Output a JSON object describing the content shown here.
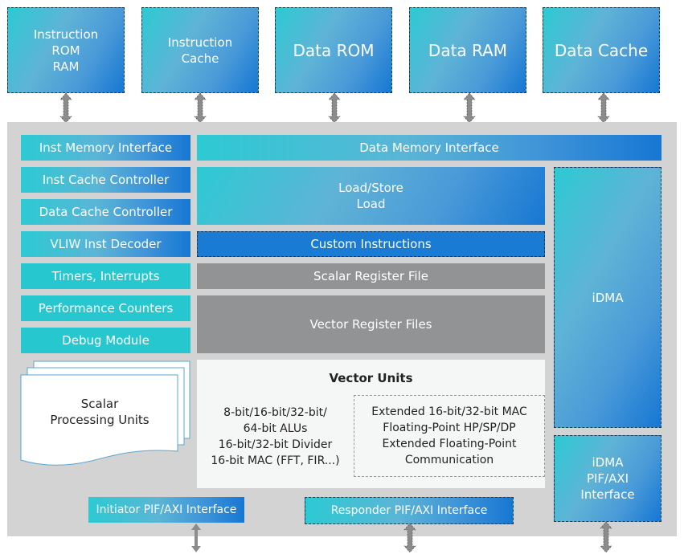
{
  "top_memories": [
    {
      "id": "instruction-rom-ram",
      "label": "Instruction\nROM\nRAM"
    },
    {
      "id": "instruction-cache",
      "label": "Instruction\nCache"
    },
    {
      "id": "data-rom",
      "label": "Data ROM"
    },
    {
      "id": "data-ram",
      "label": "Data RAM"
    },
    {
      "id": "data-cache",
      "label": "Data Cache"
    }
  ],
  "left_column": [
    {
      "id": "inst-memory-interface",
      "label": "Inst Memory Interface"
    },
    {
      "id": "inst-cache-controller",
      "label": "Inst Cache Controller"
    },
    {
      "id": "data-cache-controller",
      "label": "Data Cache Controller"
    },
    {
      "id": "vliw-inst-decoder",
      "label": "VLIW Inst Decoder"
    },
    {
      "id": "timers-interrupts",
      "label": "Timers, Interrupts"
    },
    {
      "id": "performance-counters",
      "label": "Performance Counters"
    },
    {
      "id": "debug-module",
      "label": "Debug Module"
    }
  ],
  "center": {
    "data_memory_interface": "Data Memory Interface",
    "load_store": "Load/Store\nLoad",
    "custom_instructions": "Custom Instructions",
    "scalar_register_file": "Scalar Register File",
    "vector_register_files": "Vector Register Files"
  },
  "scalar_processing_units": "Scalar\nProcessing Units",
  "vector_units": {
    "title": "Vector Units",
    "left_text": "8-bit/16-bit/32-bit/\n64-bit ALUs\n16-bit/32-bit Divider\n16-bit MAC (FFT, FIR...)",
    "right_text": "Extended 16-bit/32-bit MAC\nFloating-Point HP/SP/DP\nExtended Floating-Point\nCommunication"
  },
  "right_column": {
    "idma": "iDMA",
    "idma_interface": "iDMA\nPIF/AXI\nInterface"
  },
  "bottom": {
    "initiator": "Initiator PIF/AXI Interface",
    "responder": "Responder PIF/AXI Interface"
  },
  "colors": {
    "gradient_start": "#2ccad3",
    "gradient_end": "#1677d3",
    "teal": "#27c7d0",
    "register_gray": "#929395",
    "custom_blue": "#1a7bd5",
    "background_gray": "#d3d3d3",
    "arrow_gray": "#8c8c8c"
  }
}
